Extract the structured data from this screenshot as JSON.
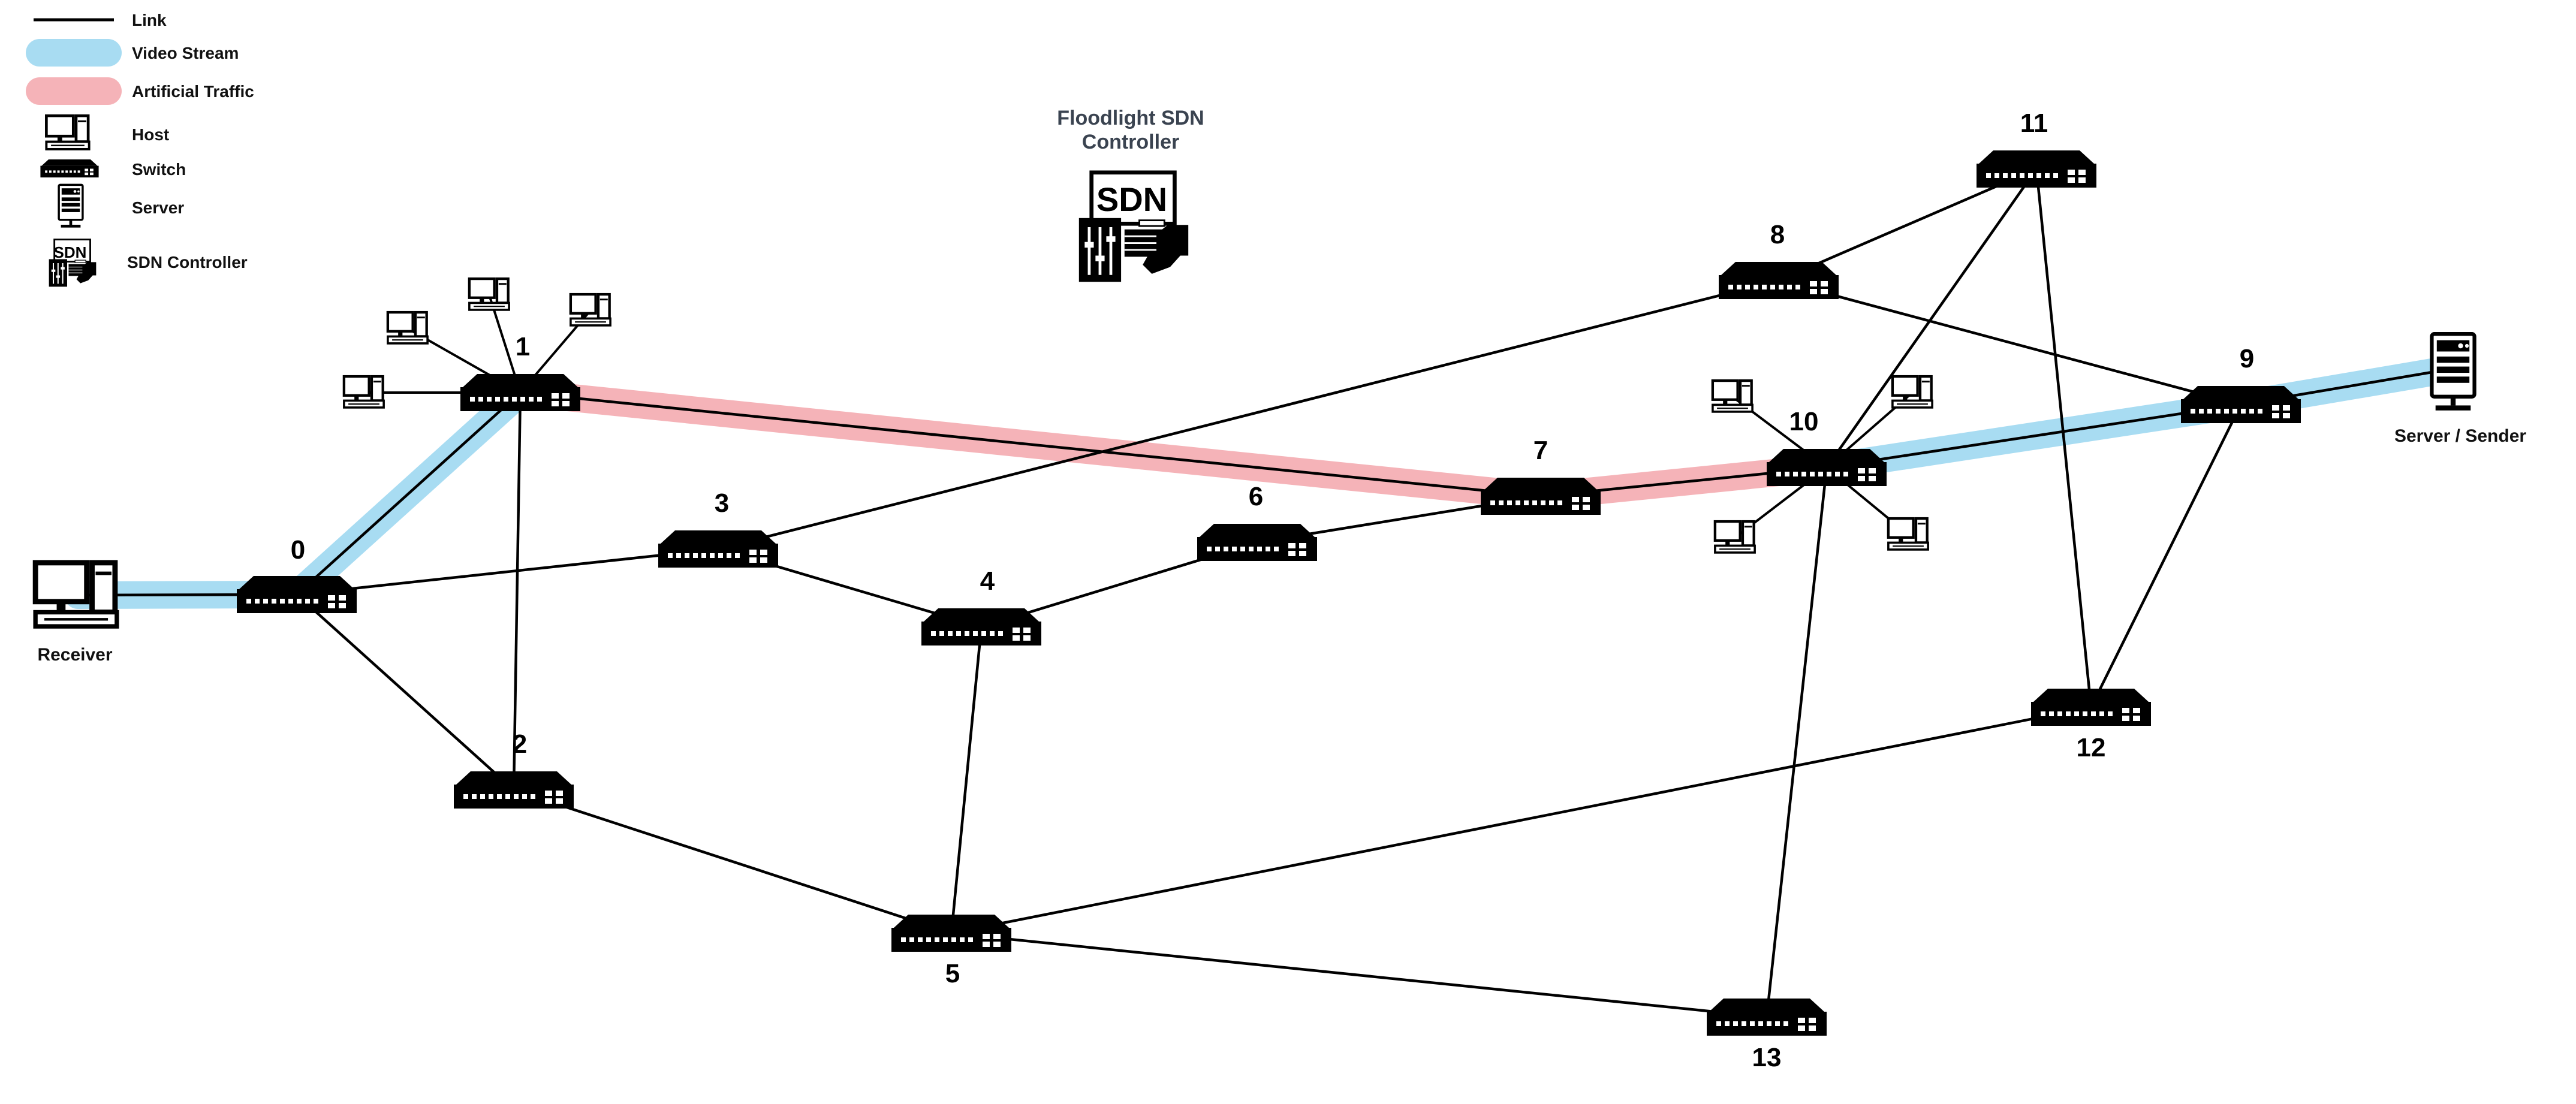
{
  "colors": {
    "link": "#000000",
    "video_stream": "#a8dcf2",
    "artificial_traffic": "#f5b3b8",
    "device": "#000000"
  },
  "legend": [
    {
      "label": "Link",
      "icon": "link-line-icon"
    },
    {
      "label": "Video Stream",
      "icon": "video-stream-band-icon"
    },
    {
      "label": "Artificial Traffic",
      "icon": "artificial-traffic-band-icon"
    },
    {
      "label": "Host",
      "icon": "host-computer-icon"
    },
    {
      "label": "Switch",
      "icon": "switch-icon"
    },
    {
      "label": "Server",
      "icon": "server-tower-icon"
    },
    {
      "label": "SDN Controller",
      "icon": "sdn-controller-icon"
    }
  ],
  "controller": {
    "title_line1": "Floodlight SDN",
    "title_line2": "Controller",
    "badge": "SDN"
  },
  "roles": {
    "receiver": "Receiver",
    "server": "Server / Sender"
  },
  "switches": [
    "0",
    "1",
    "2",
    "3",
    "4",
    "5",
    "6",
    "7",
    "8",
    "9",
    "10",
    "11",
    "12",
    "13"
  ],
  "links": [
    [
      "0",
      "1"
    ],
    [
      "0",
      "2"
    ],
    [
      "0",
      "3"
    ],
    [
      "1",
      "2"
    ],
    [
      "1",
      "7"
    ],
    [
      "2",
      "5"
    ],
    [
      "3",
      "4"
    ],
    [
      "3",
      "8"
    ],
    [
      "4",
      "5"
    ],
    [
      "4",
      "6"
    ],
    [
      "6",
      "7"
    ],
    [
      "7",
      "10"
    ],
    [
      "8",
      "11"
    ],
    [
      "8",
      "9"
    ],
    [
      "9",
      "10"
    ],
    [
      "9",
      "12"
    ],
    [
      "10",
      "11"
    ],
    [
      "10",
      "13"
    ],
    [
      "11",
      "12"
    ],
    [
      "5",
      "12"
    ],
    [
      "5",
      "13"
    ],
    [
      "receiver",
      "0"
    ],
    [
      "9",
      "server"
    ]
  ],
  "video_stream_path": [
    "receiver",
    "0",
    "1"
  ],
  "video_stream_path_2": [
    "10",
    "9",
    "server"
  ],
  "artificial_traffic_path": [
    "1",
    "7",
    "10"
  ],
  "attached_hosts": {
    "1": 4,
    "10": 4
  }
}
